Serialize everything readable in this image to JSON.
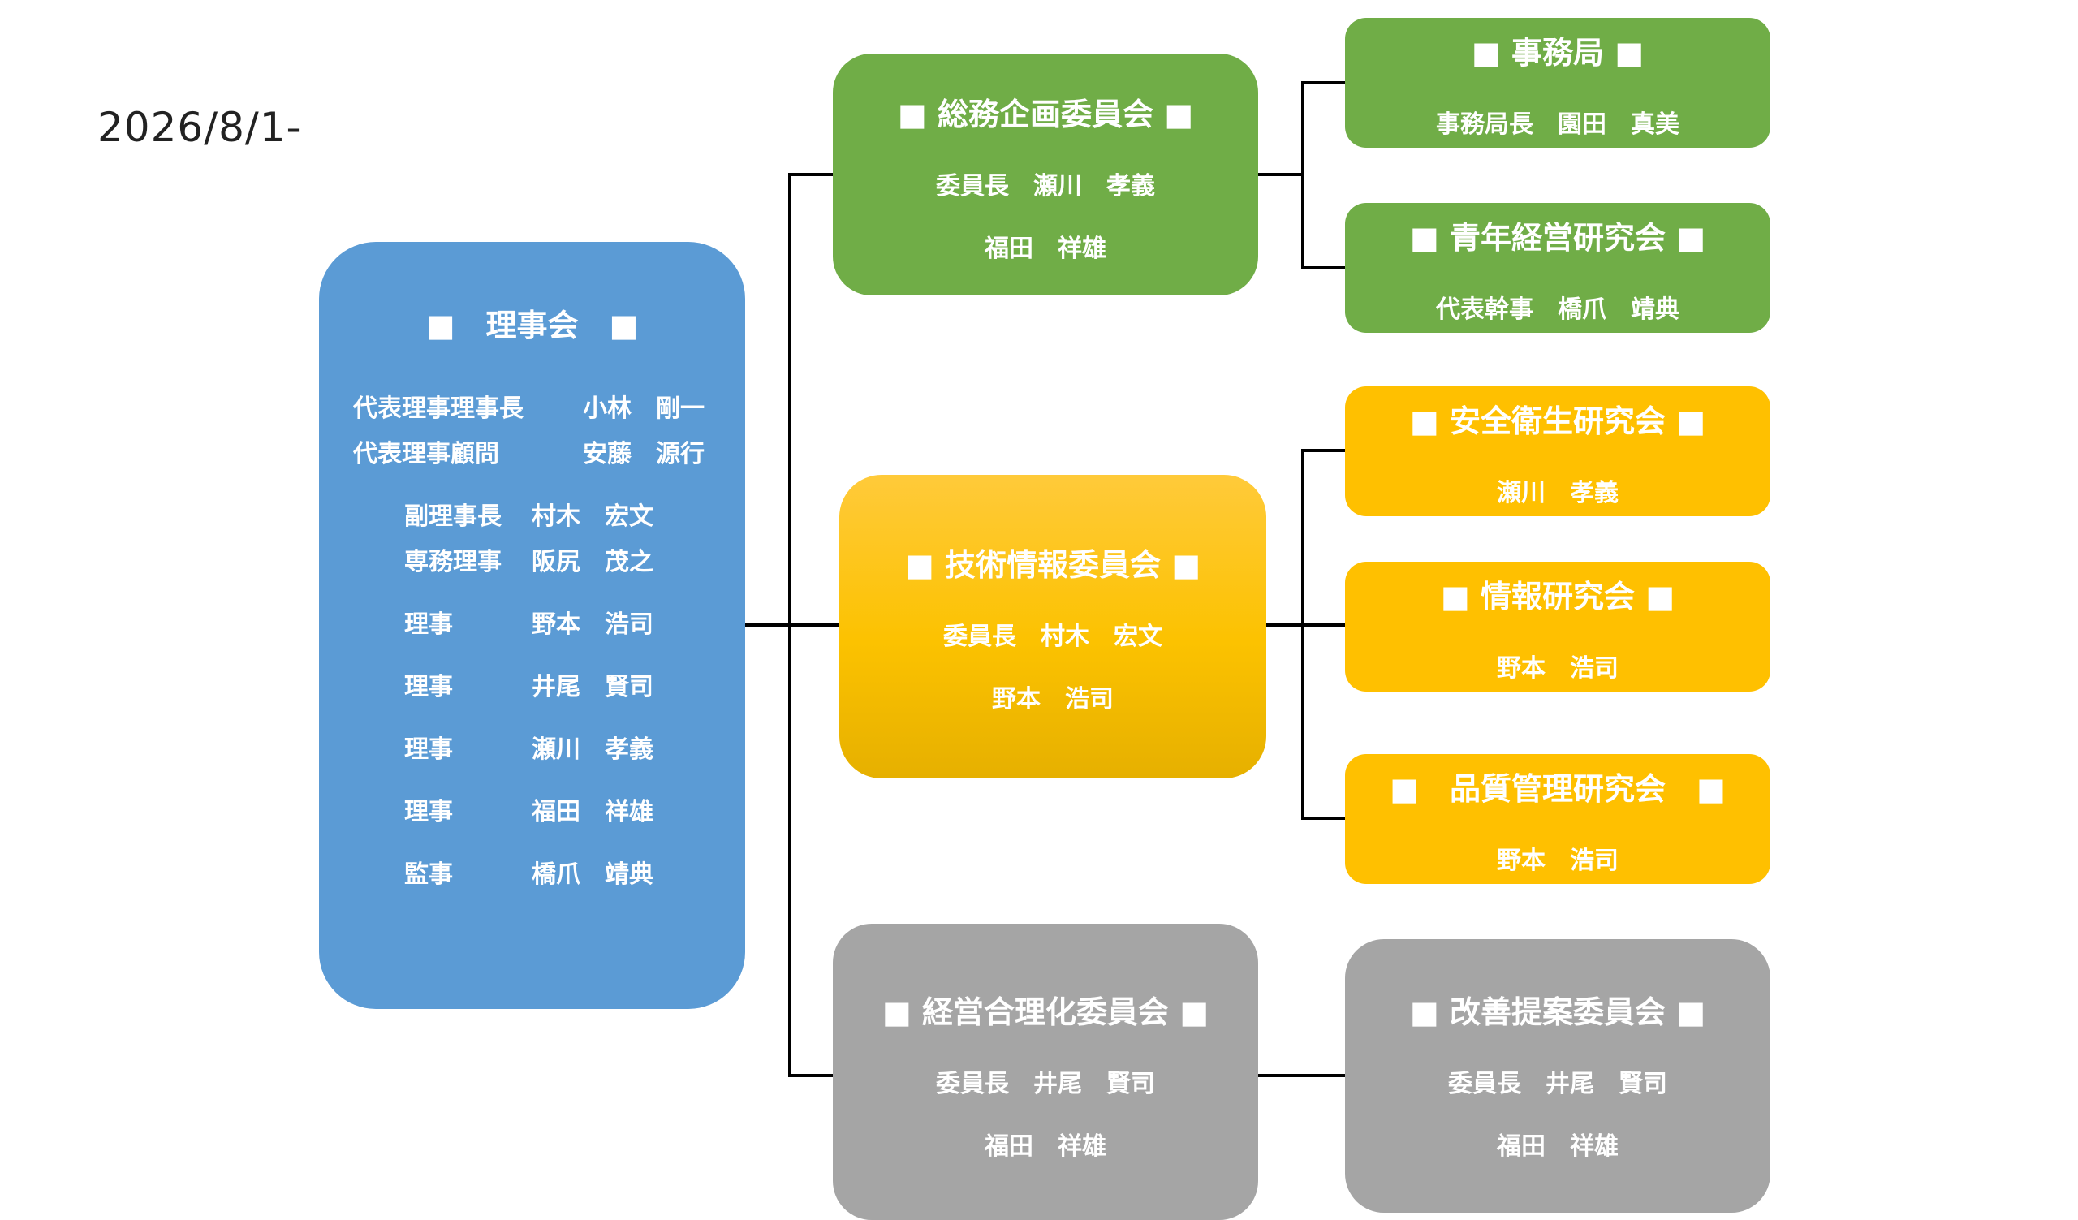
{
  "date": "2026/8/1-",
  "board": {
    "title": "■　理事会　■",
    "rows": [
      {
        "role": "代表理事理事長",
        "name": "小林　剛一"
      },
      {
        "role": "代表理事顧問",
        "name": "安藤　源行"
      },
      {
        "role": "副理事長",
        "name": "村木　宏文"
      },
      {
        "role": "専務理事",
        "name": "阪尻　茂之"
      },
      {
        "role": "理事",
        "name": "野本　浩司"
      },
      {
        "role": "理事",
        "name": "井尾　賢司"
      },
      {
        "role": "理事",
        "name": "瀬川　孝義"
      },
      {
        "role": "理事",
        "name": "福田　祥雄"
      },
      {
        "role": "監事",
        "name": "橋爪　靖典"
      }
    ]
  },
  "committees": {
    "soumu": {
      "title": "■ 総務企画委員会 ■",
      "lines": [
        "委員長　瀬川　孝義",
        "福田　祥雄"
      ]
    },
    "gijutsu": {
      "title": "■ 技術情報委員会 ■",
      "lines": [
        "委員長　村木　宏文",
        "野本　浩司"
      ]
    },
    "keiei": {
      "title": "■ 経営合理化委員会 ■",
      "lines": [
        "委員長　井尾　賢司",
        "福田　祥雄"
      ]
    }
  },
  "subunits": {
    "jimukyoku": {
      "title": "■ 事務局 ■",
      "line": "事務局長　園田　真美"
    },
    "seinen": {
      "title": "■ 青年経営研究会 ■",
      "line": "代表幹事　橋爪　靖典"
    },
    "anzen": {
      "title": "■ 安全衛生研究会 ■",
      "line": "瀬川　孝義"
    },
    "jouhou": {
      "title": "■ 情報研究会 ■",
      "line": "野本　浩司"
    },
    "hinshitsu": {
      "title": "■　品質管理研究会　■",
      "line": "野本　浩司"
    },
    "kaizen": {
      "title": "■ 改善提案委員会 ■",
      "lines": [
        "委員長　井尾　賢司",
        "福田　祥雄"
      ]
    }
  },
  "colors": {
    "board": "#5b9bd5",
    "green": "#70ad47",
    "yellow": "#ffc000",
    "gray": "#a5a5a5",
    "connector": "#000000"
  }
}
